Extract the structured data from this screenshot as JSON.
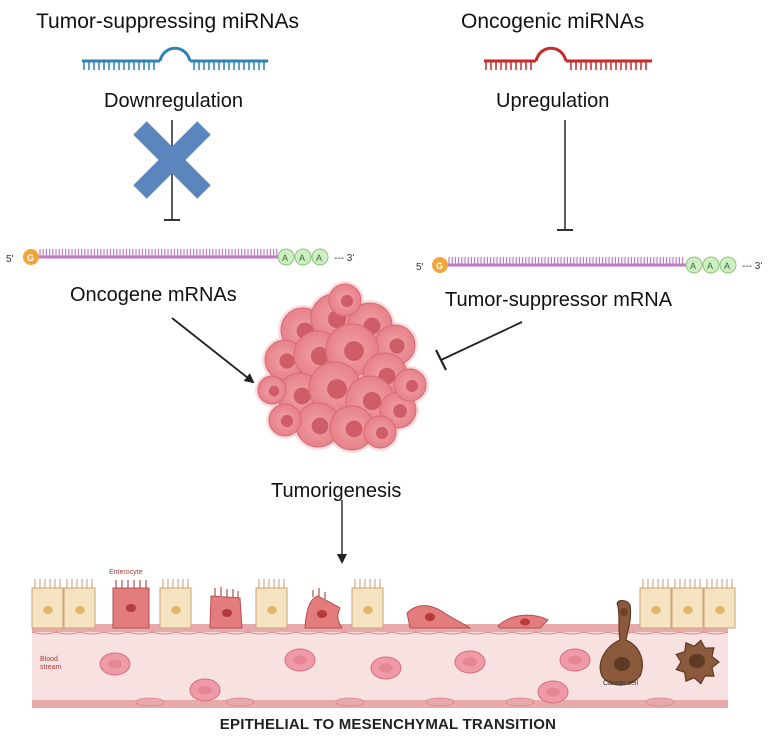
{
  "left_column": {
    "title": "Tumor-suppressing miRNAs",
    "regulation": "Downregulation",
    "mrna_label": "Oncogene mRNAs"
  },
  "right_column": {
    "title": "Oncogenic miRNAs",
    "regulation": "Upregulation",
    "mrna_label": "Tumor-suppressor mRNA"
  },
  "mrna_strand": {
    "five_prime": "5'",
    "cap": "G",
    "poly_a": [
      "A",
      "A",
      "A"
    ],
    "three_prime": "--- 3'"
  },
  "center": {
    "outcome": "Tumorigenesis"
  },
  "tissue": {
    "enterocyte_label": "Enterocyte",
    "blood_label": "Blood stream",
    "cancer_label": "Cancer cell"
  },
  "footer": {
    "caption": "EPITHELIAL TO MESENCHYMAL TRANSITION"
  },
  "colors": {
    "tumor_suppressing_mirna": "#2f82b3",
    "oncogenic_mirna": "#c62a2a",
    "mrna_strand": "#c07ac6",
    "cross_mark": "#5a86bd",
    "tumor": "#e9828a",
    "epithelium": "#f6e3c2",
    "blood_vessel": "#f7e1e1",
    "cancer_cell": "#8b5a3c"
  }
}
